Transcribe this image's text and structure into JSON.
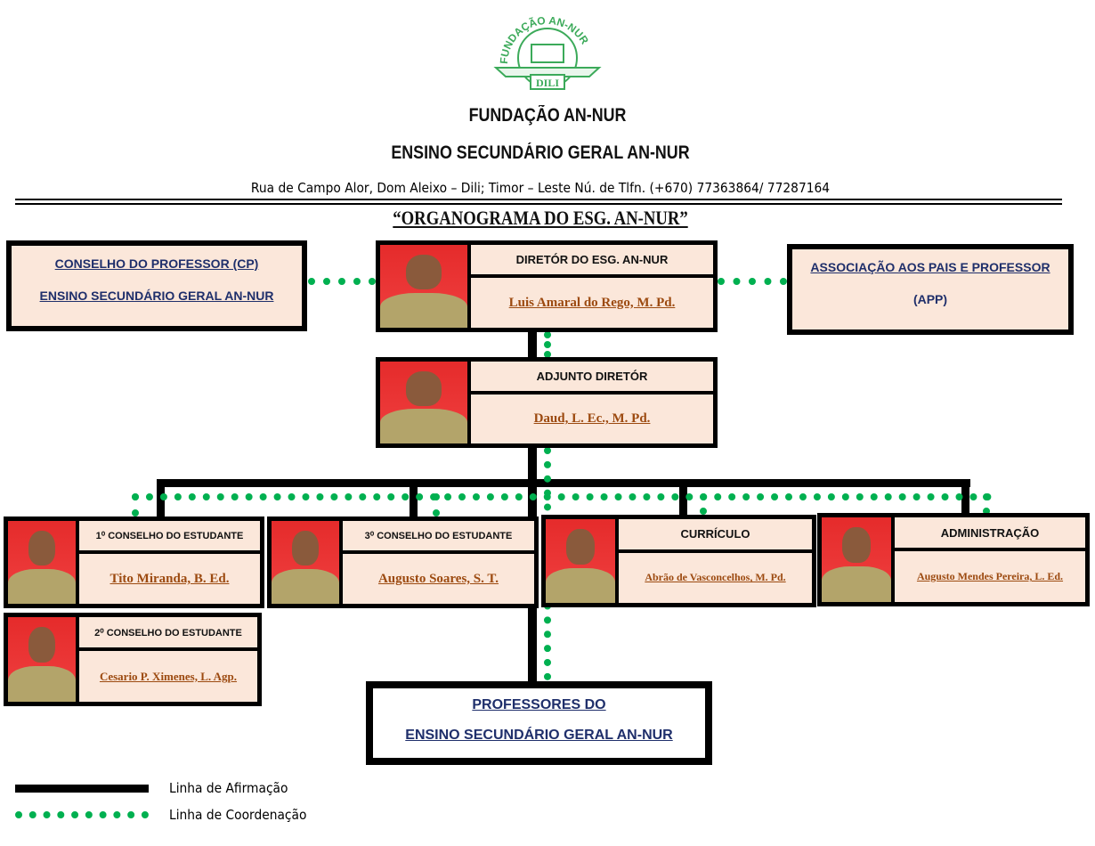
{
  "logo": {
    "arc_text": "FUNDAÇÃO AN-NUR",
    "bottom_text": "DILI"
  },
  "header": {
    "org": "FUNDAÇÃO AN-NUR",
    "school": "ENSINO SECUNDÁRIO GERAL AN-NUR",
    "address": "Rua de Campo Alor, Dom Aleixo – Dili; Timor – Leste Nú. de Tlfn. (+670) 77363864/ 77287164",
    "title": "“ORGANOGRAMA DO ESG. AN-NUR”"
  },
  "cp": {
    "line1": "CONSELHO DO PROFESSOR (CP)",
    "line2": "ENSINO SECUNDÁRIO GERAL AN-NUR"
  },
  "app": {
    "line1": "ASSOCIAÇÃO AOS PAIS E PROFESSOR",
    "line2": "(APP)"
  },
  "director": {
    "role": "DIRETÓR DO ESG. AN-NUR",
    "name": "Luis Amaral do Rego, M. Pd."
  },
  "deputy": {
    "role": "ADJUNTO DIRETÓR",
    "name": "Daud, L. Ec., M. Pd."
  },
  "units": [
    {
      "role": "1⁰ CONSELHO DO ESTUDANTE",
      "name": "Tito Miranda, B. Ed."
    },
    {
      "role": "3⁰ CONSELHO DO ESTUDANTE",
      "name": "Augusto Soares, S. T."
    },
    {
      "role": "CURRÍCULO",
      "name": "Abrão de Vasconcelhos, M. Pd."
    },
    {
      "role": "ADMINISTRAÇÃO",
      "name": "Augusto Mendes Pereira, L. Ed."
    },
    {
      "role": "2⁰ CONSELHO DO ESTUDANTE",
      "name": "Cesario P. Ximenes, L. Agp."
    }
  ],
  "teachers": {
    "line1": "PROFESSORES DO",
    "line2": "ENSINO SECUNDÁRIO GERAL AN-NUR"
  },
  "legend": {
    "solid": "Linha de Afirmação",
    "dotted": "Linha de Coordenação"
  },
  "colors": {
    "box_fill": "#fbe7da",
    "coordination": "#00b050",
    "name": "#9c4a10",
    "navy": "#1f2f6b"
  }
}
